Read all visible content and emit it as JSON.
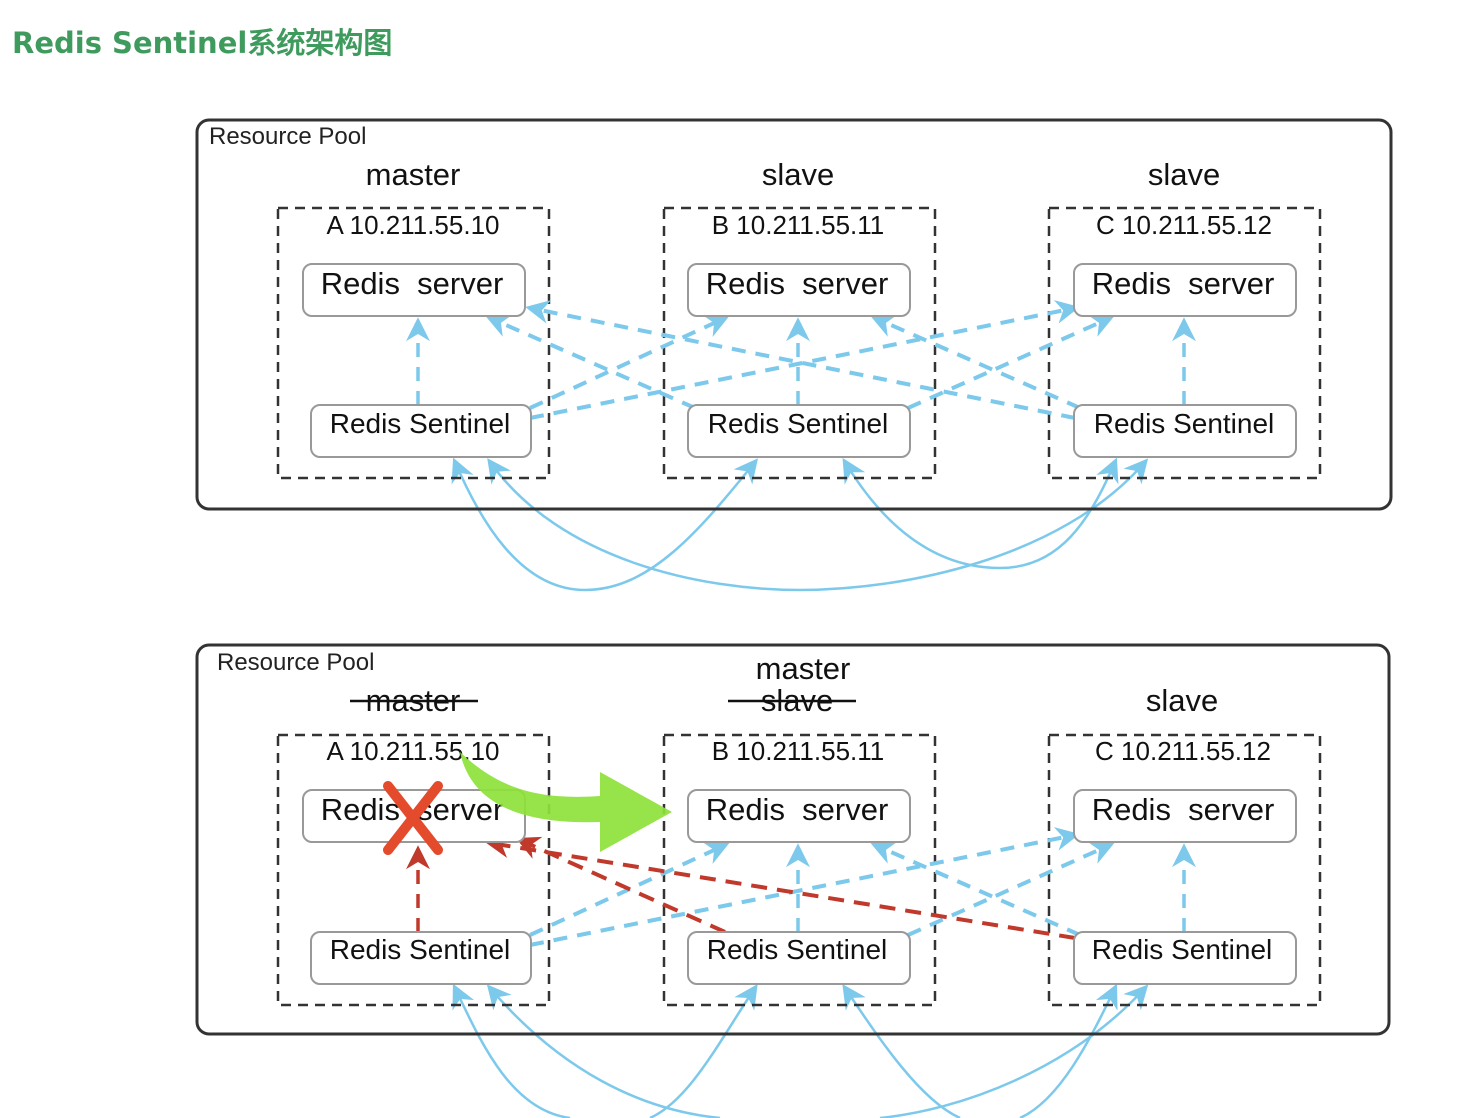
{
  "title": "Redis Sentinel系统架构图",
  "colors": {
    "title": "#3f9a5d",
    "link": "#7cc9ec",
    "failed_link": "#c0392b",
    "failure_mark": "#e34b2c",
    "failover_arrow": "#8de239"
  },
  "diagram_before": {
    "pool_label": "Resource Pool",
    "nodes": [
      {
        "role": "master",
        "address": "A 10.211.55.10",
        "server": "Redis  server",
        "sentinel": "Redis Sentinel"
      },
      {
        "role": "slave",
        "address": "B 10.211.55.11",
        "server": "Redis  server",
        "sentinel": "Redis Sentinel"
      },
      {
        "role": "slave",
        "address": "C 10.211.55.12",
        "server": "Redis  server",
        "sentinel": "Redis Sentinel"
      }
    ]
  },
  "diagram_after": {
    "pool_label": "Resource Pool",
    "nodes": [
      {
        "role_old": "master",
        "address": "A 10.211.55.10",
        "server": "Redis  server",
        "sentinel": "Redis Sentinel",
        "status": "down"
      },
      {
        "role_old": "slave",
        "role_new": "master",
        "address": "B 10.211.55.11",
        "server": "Redis  server",
        "sentinel": "Redis Sentinel"
      },
      {
        "role": "slave",
        "address": "C 10.211.55.12",
        "server": "Redis  server",
        "sentinel": "Redis Sentinel"
      }
    ]
  }
}
